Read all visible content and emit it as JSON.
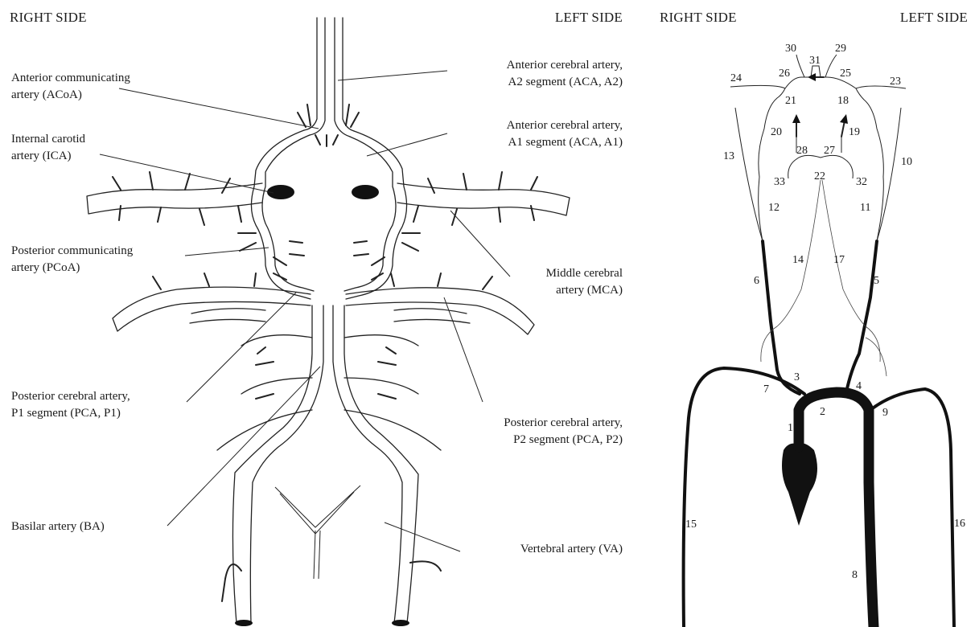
{
  "headers": {
    "left_right": "RIGHT SIDE",
    "left_left": "LEFT SIDE",
    "right_right": "RIGHT SIDE",
    "right_left": "LEFT SIDE"
  },
  "labels": {
    "acoa": [
      "Anterior communicating",
      "artery (ACoA)"
    ],
    "ica": [
      "Internal carotid",
      "artery (ICA)"
    ],
    "pcoa": [
      "Posterior communicating",
      "artery (PCoA)"
    ],
    "pca_p1": [
      "Posterior cerebral artery,",
      "P1 segment (PCA, P1)"
    ],
    "ba": [
      "Basilar artery (BA)"
    ],
    "aca_a2": [
      "Anterior cerebral artery,",
      "A2 segment (ACA, A2)"
    ],
    "aca_a1": [
      "Anterior cerebral artery,",
      "A1 segment (ACA, A1)"
    ],
    "mca": [
      "Middle cerebral",
      "artery (MCA)"
    ],
    "pca_p2": [
      "Posterior cerebral artery,",
      "P2 segment (PCA, P2)"
    ],
    "va": [
      "Vertebral artery (VA)"
    ]
  },
  "segment_numbers": [
    "1",
    "2",
    "3",
    "4",
    "5",
    "6",
    "7",
    "8",
    "9",
    "10",
    "11",
    "12",
    "13",
    "14",
    "15",
    "16",
    "17",
    "18",
    "19",
    "20",
    "21",
    "22",
    "23",
    "24",
    "25",
    "26",
    "27",
    "28",
    "29",
    "30",
    "31",
    "32",
    "33"
  ],
  "colors": {
    "ink": "#1a1a1a",
    "vessel_fill": "#ffffff",
    "aorta": "#111111"
  }
}
